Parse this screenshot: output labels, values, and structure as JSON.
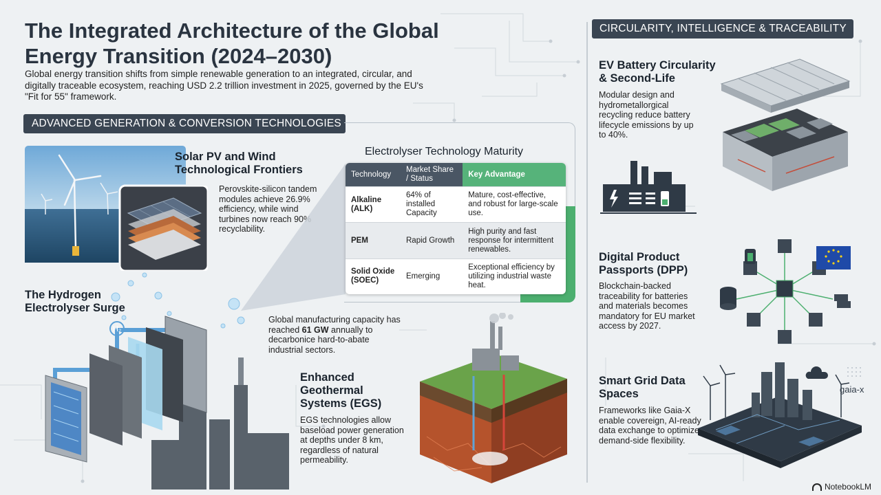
{
  "title": "The Integrated Architecture of the Global Energy Transition (2024–2030)",
  "intro": "Global energy transition shifts from simple renewable generation to an integrated, circular, and digitally traceable ecosystem, reaching USD 2.2 trillion investment in 2025, governed by the EU's \"Fit for 55\" framework.",
  "left_section": {
    "heading": "ADVANCED GENERATION & CONVERSION TECHNOLOGIES",
    "solar": {
      "title": "Solar PV and Wind Technological Frontiers",
      "text": "Perovskite-silicon tandem modules achieve 26.9% efficiency, while wind turbines now reach 90% recyclability."
    },
    "hydrogen": {
      "title": "The Hydrogen Electrolyser Surge",
      "h2_label": "H₂",
      "text_pre": "Global manufacturing capacity has reached ",
      "text_bold": "61 GW",
      "text_post": " annually to decarbonice hard-to-abate industrial sectors."
    },
    "geothermal": {
      "title": "Enhanced Geothermal Systems (EGS)",
      "text": "EGS technologies allow baseload power generation at depths under 8 km, regardless of natural permeability."
    },
    "table": {
      "title": "Electrolyser Technology Maturity",
      "headers": [
        "Technology",
        "Market Share / Status",
        "Key Advantage"
      ],
      "rows": [
        [
          "Alkaline (ALK)",
          "64% of installed Capacity",
          "Mature, cost-effective, and robust for large-scale use."
        ],
        [
          "PEM",
          "Rapid Growth",
          "High purity and fast response for intermittent renewables."
        ],
        [
          "Solid Oxide (SOEC)",
          "Emerging",
          "Exceptional efficiency by utilizing industrial waste heat."
        ]
      ]
    }
  },
  "right_section": {
    "heading": "CIRCULARITY, INTELLIGENCE & TRACEABILITY",
    "battery": {
      "title": "EV Battery Circularity & Second-Life",
      "text": "Modular design and hydrometallorgical recycling reduce battery lifecycle emissions by up to 40%."
    },
    "dpp": {
      "title": "Digital Product Passports (DPP)",
      "text": "Blockchain-backed traceability for batteries and materials becomes mandatory for EU market access by 2027."
    },
    "grid": {
      "title": "Smart Grid Data Spaces",
      "text": "Frameworks like Gaia-X enable covereign, AI-ready data exchange to optimize demand-side flexibility.",
      "logo": "gaia-x"
    }
  },
  "watermark": "NotebookLM",
  "colors": {
    "accent_green": "#4caf6f",
    "bar_dark": "#3a4552",
    "eu_blue": "#1f4aa8",
    "eu_star": "#f7d117"
  }
}
